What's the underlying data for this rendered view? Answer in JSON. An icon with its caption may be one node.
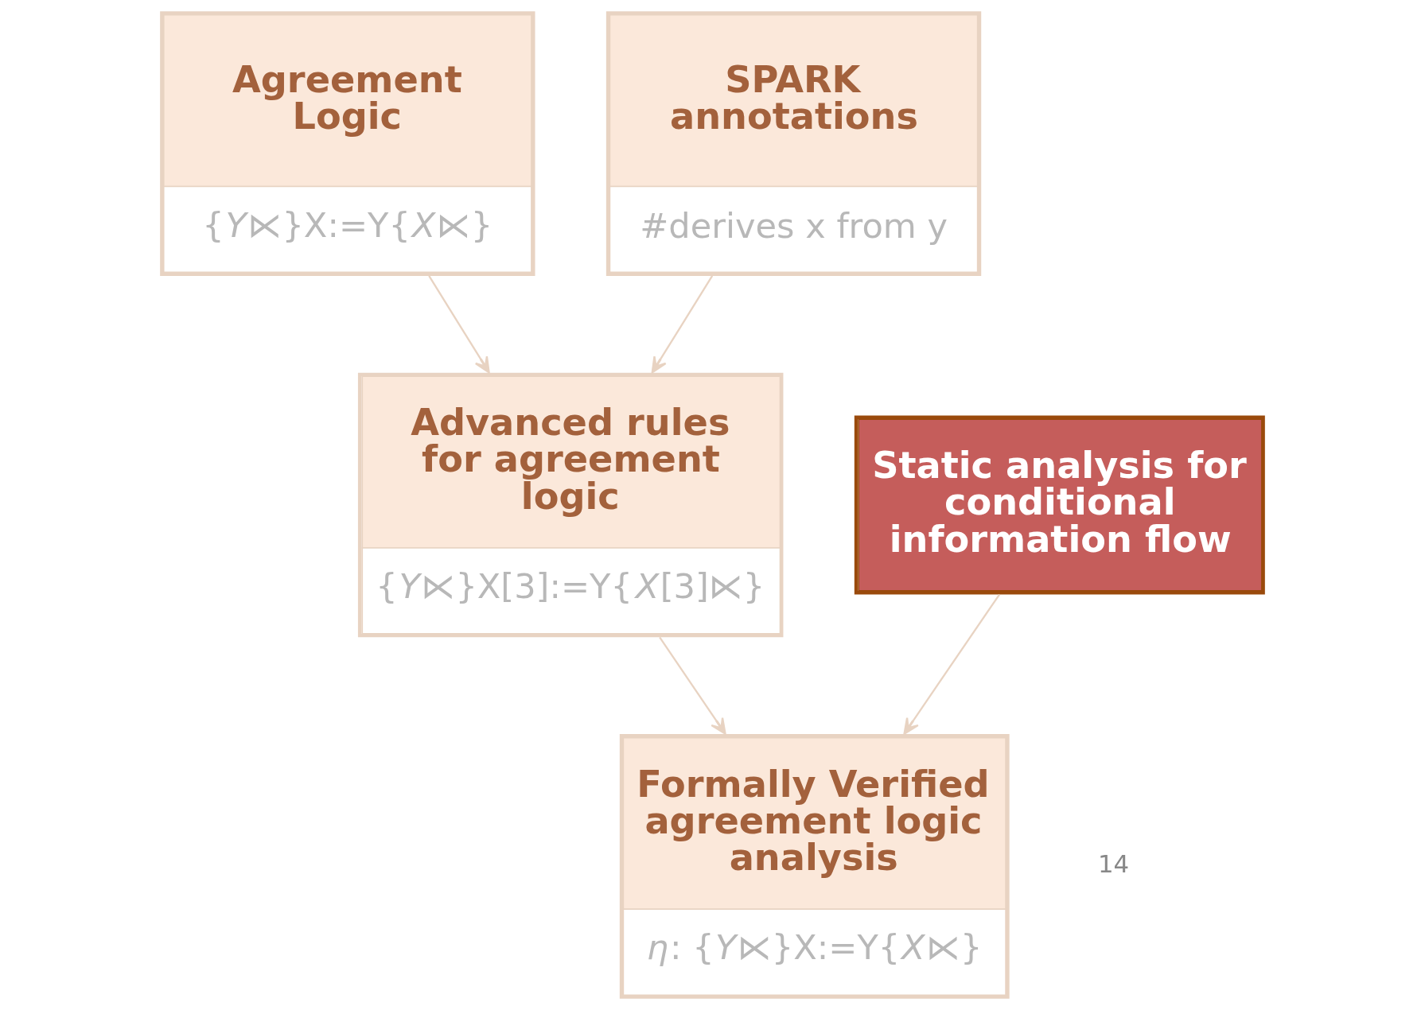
{
  "diagram": {
    "nodes": [
      {
        "text": [
          "Agreement Logic",
          "{*Y*⋉}X:=Y{*X*⋉}"
        ]
      },
      {
        "text": [
          "SPARK annotations",
          "#derives x from y"
        ]
      },
      {
        "text": [
          "Advanced rules for agreement logic",
          "{*Y*⋉}X[3]:=Y{*X*[3]⋉}"
        ]
      },
      {
        "text": [
          "Static analysis for conditional information flow"
        ]
      },
      {
        "text": [
          "Formally Verified agreement logic analysis",
          "*η*: {*Y*⋉}X:=Y{*X*⋉}"
        ]
      }
    ],
    "edges": [
      {
        "from": 0,
        "to": 2,
        "arrow": "to"
      },
      {
        "from": 1,
        "to": 2,
        "arrow": "to"
      },
      {
        "from": 2,
        "to": 4,
        "arrow": "to"
      },
      {
        "from": 3,
        "to": 4,
        "arrow": "to"
      }
    ],
    "labels": [
      "14"
    ]
  }
}
